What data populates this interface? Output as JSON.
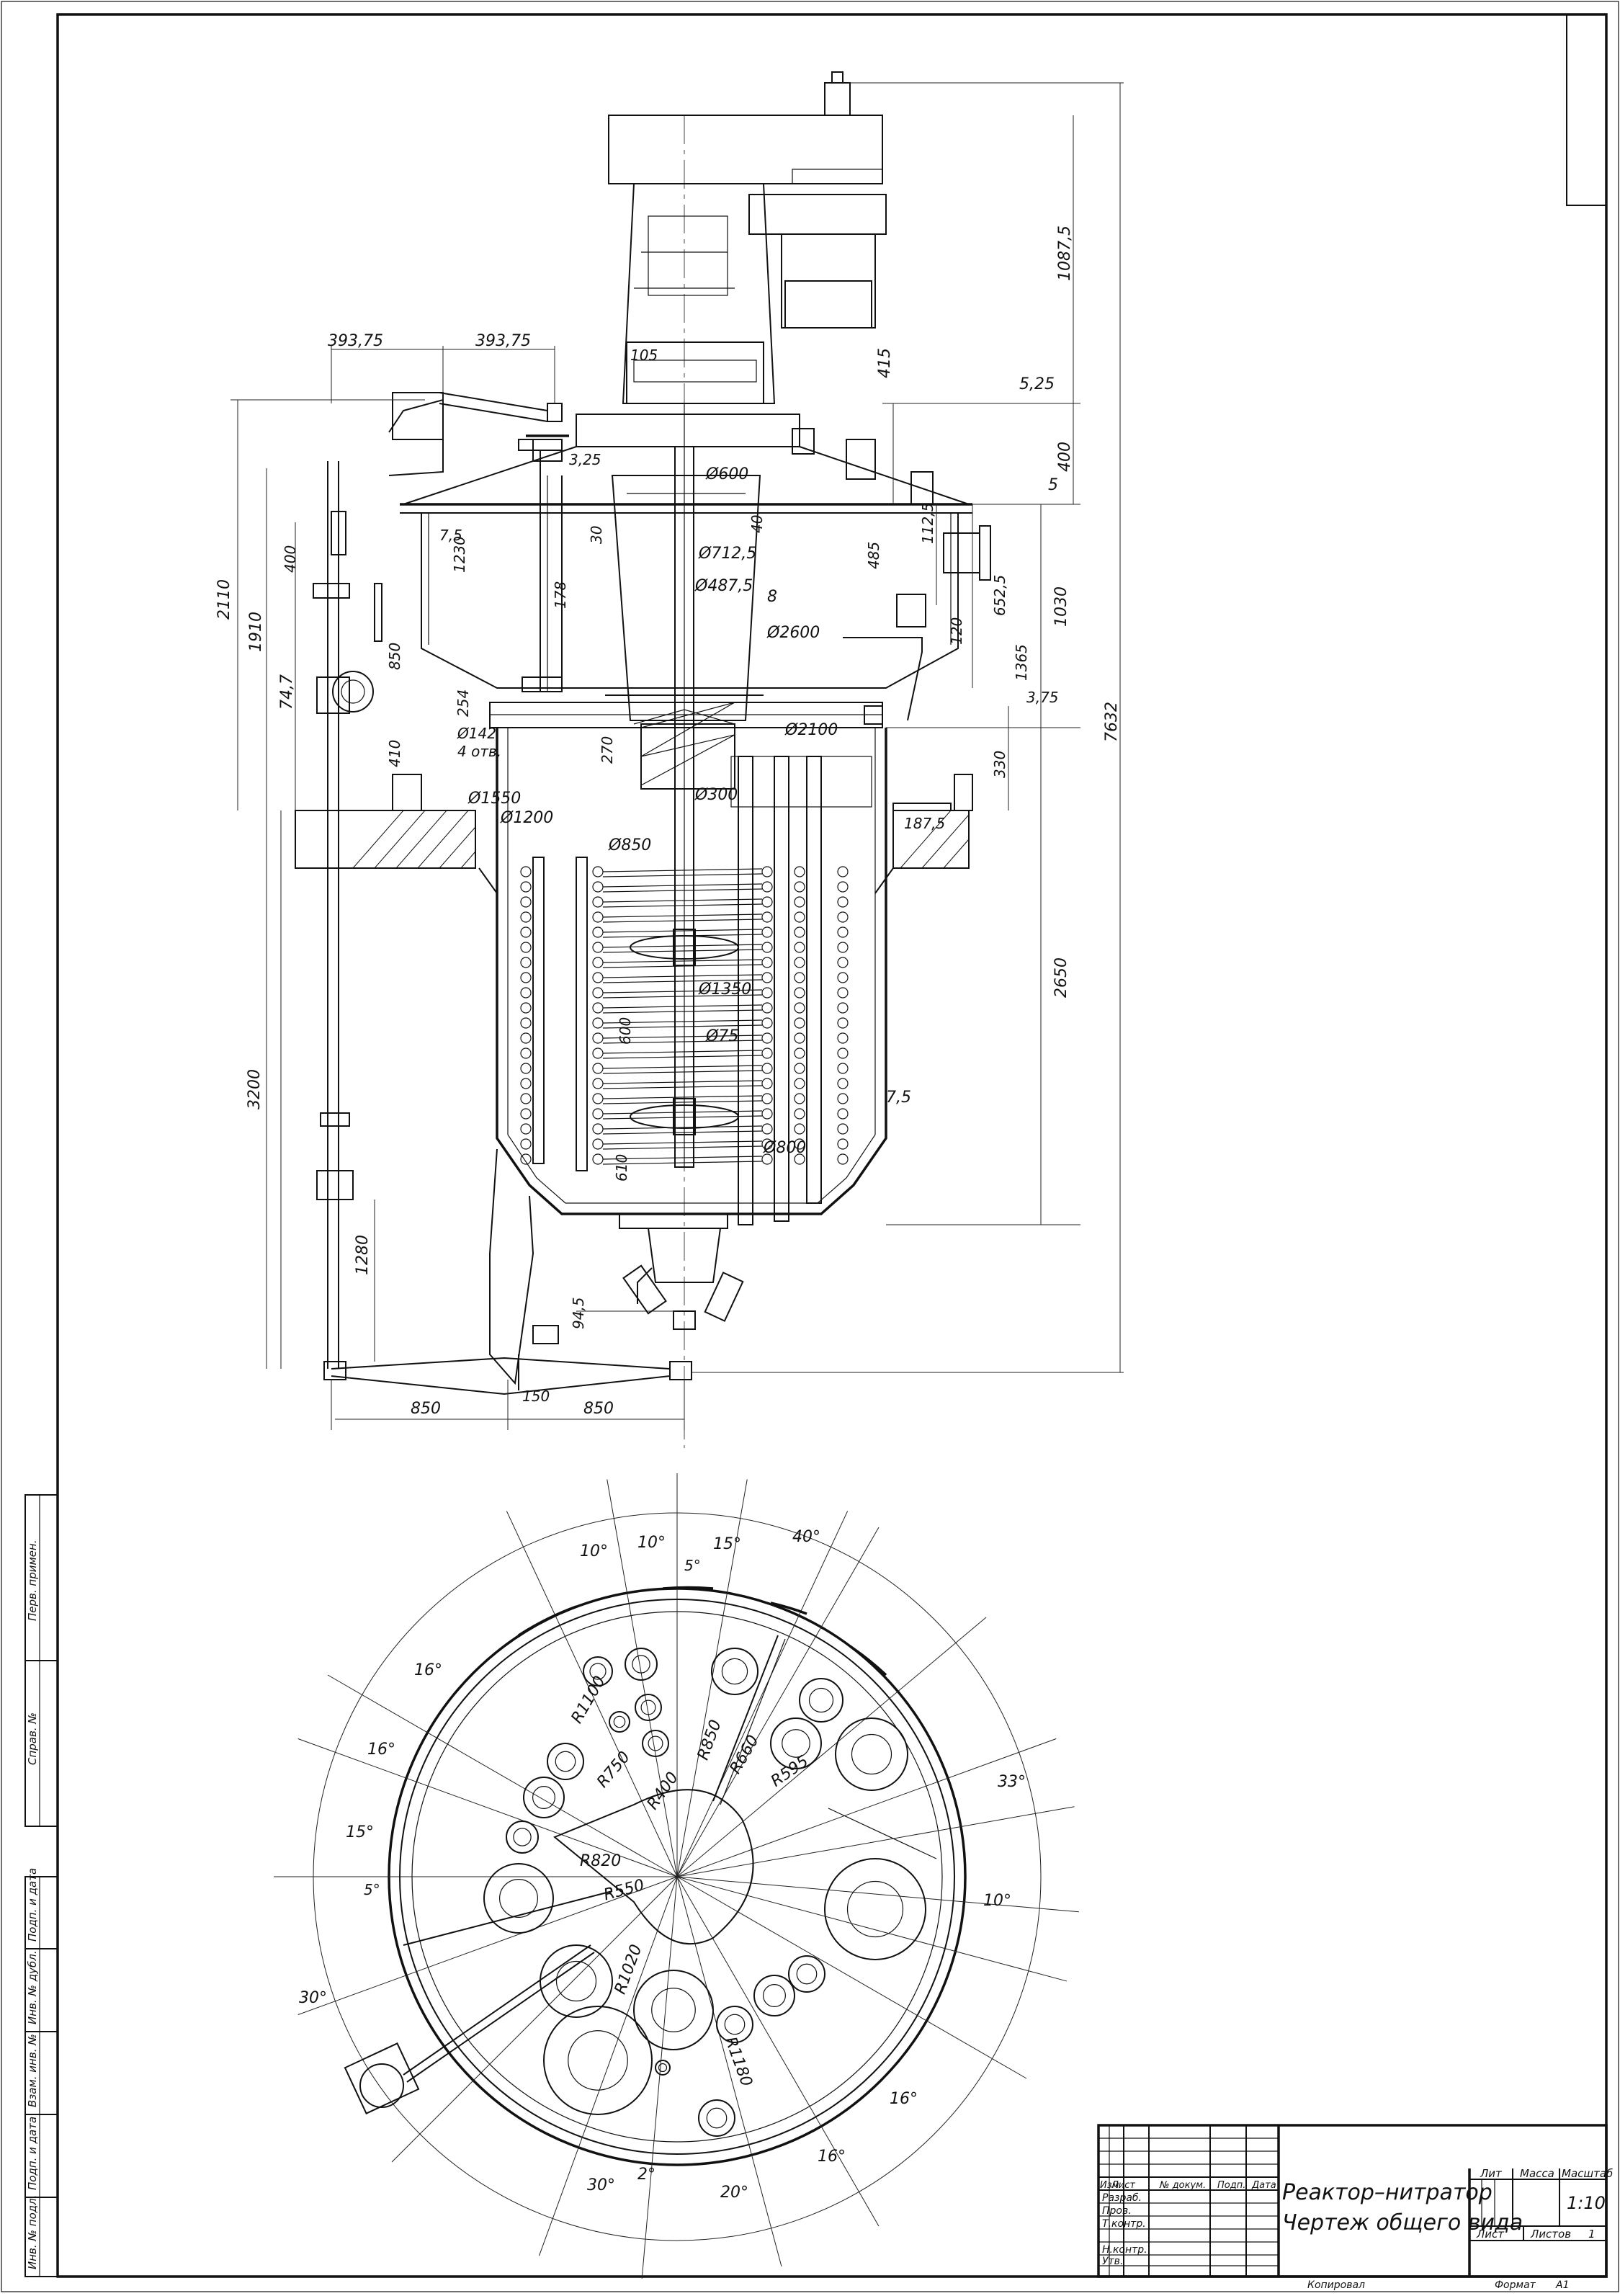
{
  "title_block": {
    "title_line1": "Реактор–нитратор",
    "title_line2": "Чертеж общего вида",
    "col_lit": "Лит",
    "col_mass": "Масса",
    "col_scale": "Масштаб",
    "scale_value": "1:10",
    "col_sheet": "Лист",
    "col_sheets": "Листов",
    "sheets_value": "1",
    "hdr_izm": "Изм",
    "hdr_list": "Лист",
    "hdr_doc": "№ докум.",
    "hdr_sign": "Подп.",
    "hdr_date": "Дата",
    "row_razrab": "Разраб.",
    "row_prov": "Пров.",
    "row_tkontr": "Т.контр.",
    "row_nkontr": "Н.контр.",
    "row_utv": "Утв.",
    "copied": "Копировал",
    "format_label": "Формат",
    "format_value": "A1"
  },
  "side_stamp": {
    "perv_primen": "Перв. примен.",
    "sprav_no": "Справ. №",
    "podp_data_1": "Подп. и дата",
    "inv_dubl": "Инв. № дубл.",
    "vzam_inv": "Взам. инв. №",
    "podp_data_2": "Подп. и дата",
    "inv_podl": "Инв. № подл."
  },
  "dims_elevation": {
    "d1": "393,75",
    "d2": "393,75",
    "d_1087": "1087,5",
    "d_415": "415",
    "d_525": "5,25",
    "d_400": "400",
    "d_5": "5",
    "d_105": "105",
    "d_325": "3,25",
    "d_phi600": "Ø600",
    "d_phi7125": "Ø712,5",
    "d_phi4875": "Ø487,5",
    "d_8": "8",
    "d_phi2600": "Ø2600",
    "d_30": "30",
    "d_40": "40",
    "d_485": "485",
    "d_1125": "112,5",
    "d_6525": "652,5",
    "d_120": "120",
    "d_1365": "1365",
    "d_1030": "1030",
    "d_375": "3,75",
    "d_7632": "7632",
    "d_75a": "7,5",
    "d_1230": "1230",
    "d_178": "178",
    "d_254": "254",
    "d_phi142": "Ø142",
    "d_4otv": "4 отв.",
    "d_410": "410",
    "d_270": "270",
    "d_phi2100": "Ø2100",
    "d_phi300": "Ø300",
    "d_330": "330",
    "d_1875": "187,5",
    "d_phi1550": "Ø1550",
    "d_phi1200": "Ø1200",
    "d_phi850": "Ø850",
    "d_phi1350": "Ø1350",
    "d_phi75": "Ø75",
    "d_600": "600",
    "d_2650": "2650",
    "d_75b": "7,5",
    "d_phi800": "Ø800",
    "d_610": "610",
    "d_2110": "2110",
    "d_1910": "1910",
    "d_747": "74,7",
    "d_400b": "400",
    "d_850v": "850",
    "d_3200": "3200",
    "d_1280": "1280",
    "d_945": "94,5",
    "d_850a": "850",
    "d_150": "150",
    "d_850b": "850"
  },
  "dims_plan": {
    "a10a": "10°",
    "a10b": "10°",
    "a15": "15°",
    "a40": "40°",
    "a5": "5°",
    "a16a": "16°",
    "a16b": "16°",
    "a15b": "15°",
    "a5b": "5°",
    "a33": "33°",
    "a10c": "10°",
    "a30": "30°",
    "a16c": "16°",
    "a16d": "16°",
    "a30b": "30°",
    "a2": "2°",
    "a20": "20°",
    "r1100": "R1100",
    "r850": "R850",
    "r660": "R660",
    "r595": "R595",
    "r750": "R750",
    "r400": "R400",
    "r820": "R820",
    "r550": "R550",
    "r1020": "R1020",
    "r1180": "R1180"
  }
}
